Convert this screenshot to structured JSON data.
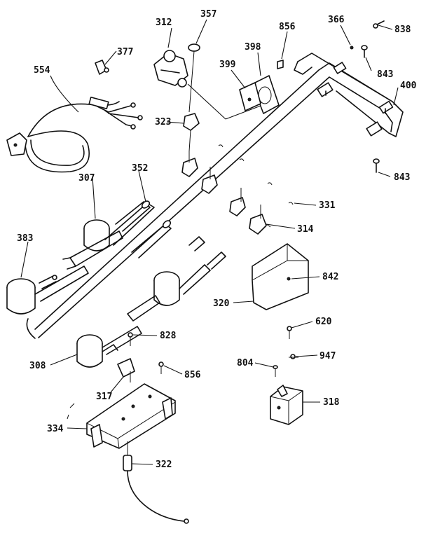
{
  "diagram": {
    "labels": {
      "p554": "554",
      "p377": "377",
      "p312": "312",
      "p357": "357",
      "p856a": "856",
      "p366": "366",
      "p838": "838",
      "p398": "398",
      "p399": "399",
      "p843a": "843",
      "p400": "400",
      "p323": "323",
      "p307": "307",
      "p352": "352",
      "p843b": "843",
      "p331": "331",
      "p383": "383",
      "p314": "314",
      "p842": "842",
      "p320": "320",
      "p620": "620",
      "p828": "828",
      "p308": "308",
      "p804": "804",
      "p947": "947",
      "p317": "317",
      "p856b": "856",
      "p318": "318",
      "p334": "334",
      "p322": "322"
    }
  }
}
